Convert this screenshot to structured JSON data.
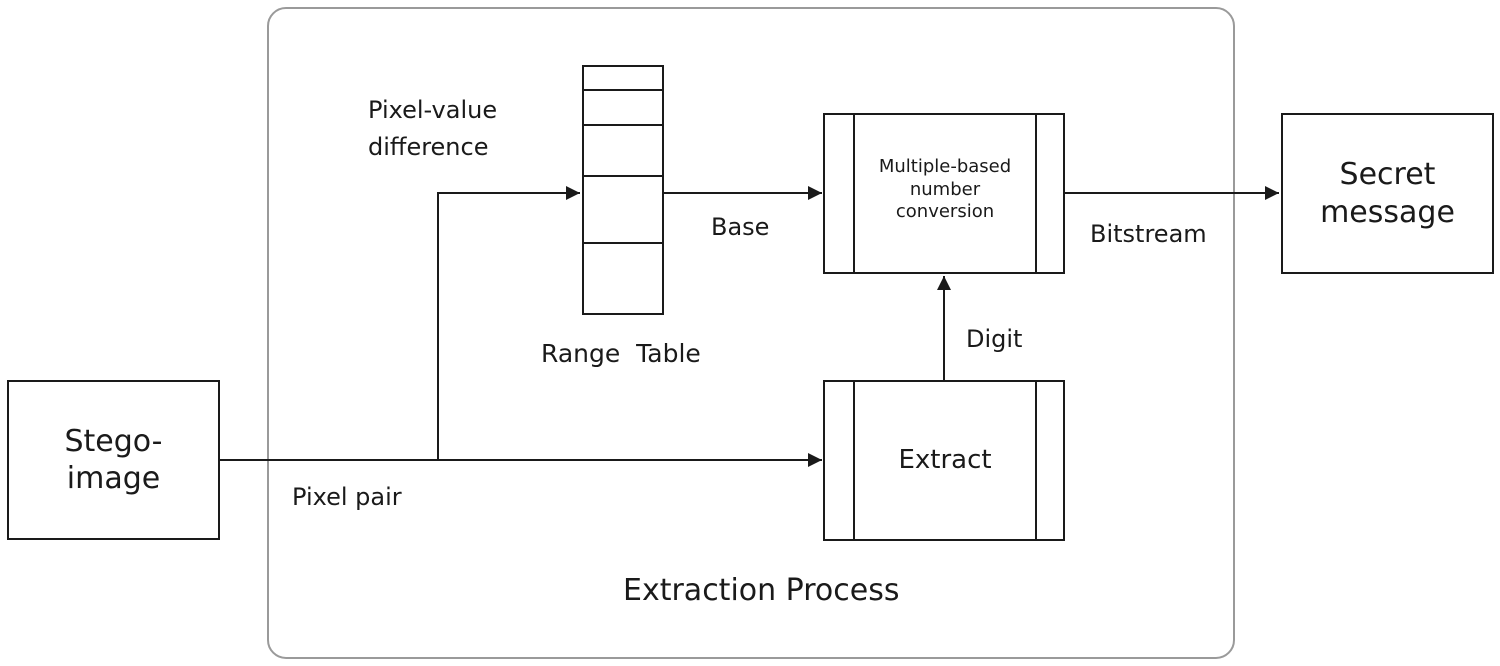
{
  "container": {
    "label": "Extraction Process"
  },
  "nodes": {
    "stego_image": {
      "line1": "Stego-",
      "line2": "image"
    },
    "range_table": {
      "label": "Range  Table"
    },
    "conversion": {
      "line1": "Multiple-based",
      "line2": "number",
      "line3": "conversion"
    },
    "extract": {
      "label": "Extract"
    },
    "secret_message": {
      "line1": "Secret",
      "line2": "message"
    }
  },
  "edges": {
    "pixel_pair": "Pixel pair",
    "pixel_value_difference_line1": "Pixel-value",
    "pixel_value_difference_line2": "difference",
    "base": "Base",
    "digit": "Digit",
    "bitstream": "Bitstream"
  },
  "colors": {
    "stroke": "#1a1a1a",
    "container_stroke": "#9a9a9a",
    "background": "#ffffff"
  }
}
